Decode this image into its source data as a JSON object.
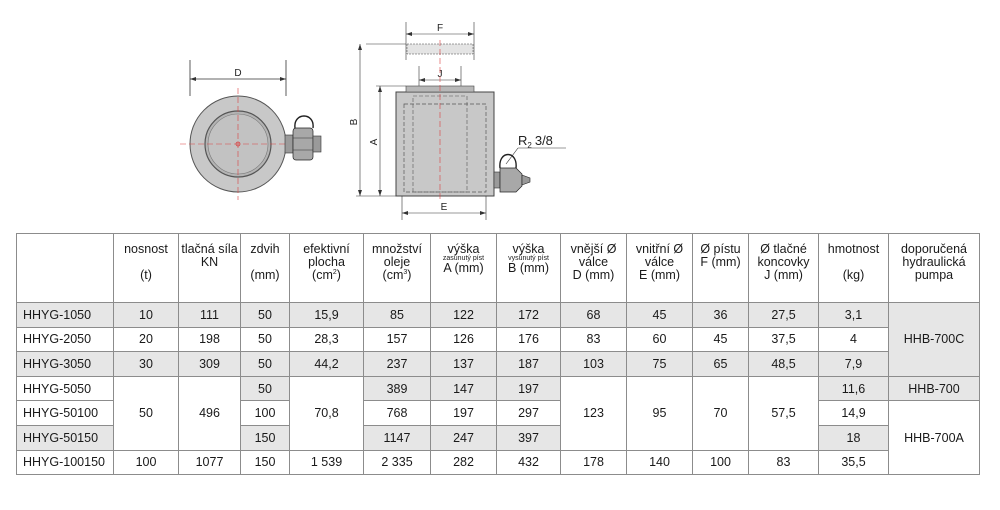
{
  "diagram": {
    "label_D": "D",
    "label_F": "F",
    "label_J": "J",
    "label_B": "B",
    "label_A": "A",
    "label_E": "E",
    "label_R": "R",
    "label_R_sub": "2",
    "label_R_size": "3/8",
    "accent_color": "#d94040",
    "body_color": "#c8c8c8"
  },
  "table": {
    "headers": [
      {
        "name": "",
        "unit": ""
      },
      {
        "name": "nosnost",
        "unit": "(t)"
      },
      {
        "name": "tlačná síla",
        "unit": "KN"
      },
      {
        "name": "zdvih",
        "unit": "(mm)"
      },
      {
        "name": "efektivní plocha",
        "unit": "(cm2)"
      },
      {
        "name": "množství oleje",
        "unit": "(cm3)"
      },
      {
        "name": "výška",
        "sub": "zasunutý píst",
        "unit": "A (mm)"
      },
      {
        "name": "výška",
        "sub": "vysunutý píst",
        "unit": "B (mm)"
      },
      {
        "name": "vnější Ø válce",
        "unit": "D (mm)"
      },
      {
        "name": "vnitřní Ø válce",
        "unit": "E (mm)"
      },
      {
        "name": "Ø pístu",
        "unit": "F (mm)"
      },
      {
        "name": "Ø tlačné koncovky",
        "unit": "J (mm)"
      },
      {
        "name": "hmotnost",
        "unit": "(kg)"
      },
      {
        "name": "doporučená hydraulická pumpa",
        "unit": ""
      }
    ],
    "rows": [
      [
        "HHYG-1050",
        "10",
        "111",
        "50",
        "15,9",
        "85",
        "122",
        "172",
        "68",
        "45",
        "36",
        "27,5",
        "3,1"
      ],
      [
        "HHYG-2050",
        "20",
        "198",
        "50",
        "28,3",
        "157",
        "126",
        "176",
        "83",
        "60",
        "45",
        "37,5",
        "4"
      ],
      [
        "HHYG-3050",
        "30",
        "309",
        "50",
        "44,2",
        "237",
        "137",
        "187",
        "103",
        "75",
        "65",
        "48,5",
        "7,9"
      ],
      [
        "HHYG-5050",
        "",
        "",
        "50",
        "",
        "389",
        "147",
        "197",
        "",
        "",
        "",
        "",
        "11,6"
      ],
      [
        "HHYG-50100",
        "",
        "",
        "100",
        "",
        "768",
        "197",
        "297",
        "",
        "",
        "",
        "",
        "14,9"
      ],
      [
        "HHYG-50150",
        "",
        "",
        "150",
        "",
        "1147",
        "247",
        "397",
        "",
        "",
        "",
        "",
        "18"
      ],
      [
        "HHYG-100150",
        "100",
        "1077",
        "150",
        "1 539",
        "2 335",
        "282",
        "432",
        "178",
        "140",
        "100",
        "83",
        "35,5"
      ]
    ],
    "group_50": {
      "nosnost": "50",
      "sila": "496",
      "plocha": "70,8",
      "D": "123",
      "E": "95",
      "F": "70",
      "J": "57,5"
    },
    "pumps": {
      "p1": "HHB-700C",
      "p2": "HHB-700",
      "p3": "HHB-700A"
    }
  }
}
